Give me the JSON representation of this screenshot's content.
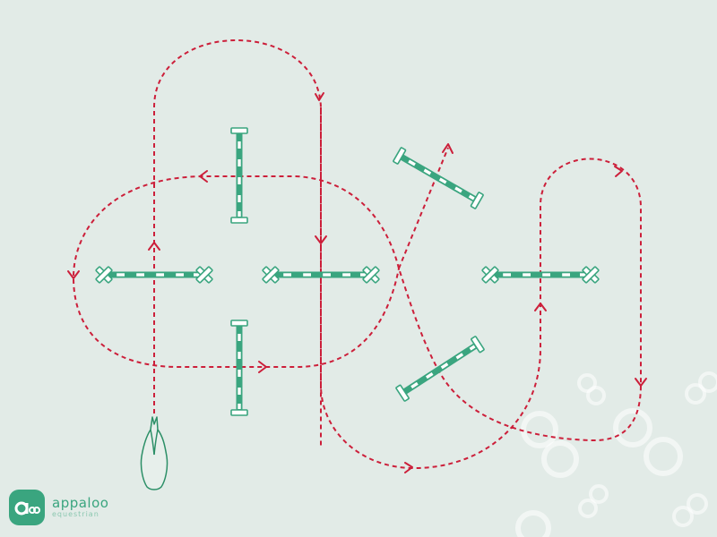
{
  "colors": {
    "background": "#e2ebe7",
    "route": "#cc1f3a",
    "pole": "#3aa57f",
    "horse_outline": "#2c8f67",
    "rings": "#ffffff",
    "brand": "#3aa57f"
  },
  "diagram": {
    "elements": [
      {
        "type": "horse",
        "icon": "horse-top-view-icon"
      },
      {
        "type": "route",
        "style": "dashed",
        "arrowheads": true
      },
      {
        "type": "ground-pole",
        "orientation": "vertical",
        "count": 2
      },
      {
        "type": "ground-pole",
        "orientation": "horizontal",
        "count": 3
      },
      {
        "type": "ground-pole",
        "orientation": "diagonal",
        "count": 2
      }
    ]
  },
  "brand": {
    "name": "appaloo",
    "sub": "equestrian",
    "icon": "appaloo-logo-icon"
  }
}
